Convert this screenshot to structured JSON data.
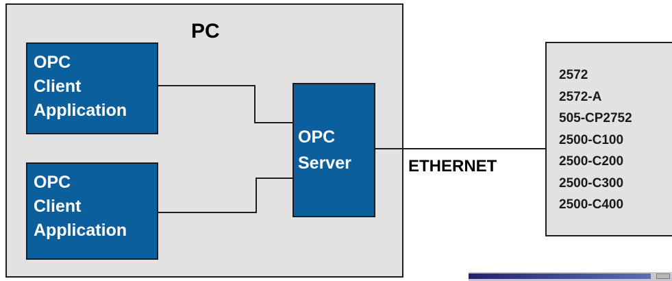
{
  "pc": {
    "title": "PC"
  },
  "clients": [
    {
      "lines": [
        "OPC",
        "Client",
        "Application"
      ]
    },
    {
      "lines": [
        "OPC",
        "Client",
        "Application"
      ]
    }
  ],
  "server": {
    "lines": [
      "OPC",
      "Server"
    ]
  },
  "network": {
    "label": "ETHERNET"
  },
  "devices": [
    "2572",
    "2572-A",
    "505-CP2752",
    "2500-C100",
    "2500-C200",
    "2500-C300",
    "2500-C400"
  ],
  "colors": {
    "blue_box": "#0b5f9d",
    "panel": "#e2e2e2",
    "outline": "#1c1c1c"
  }
}
